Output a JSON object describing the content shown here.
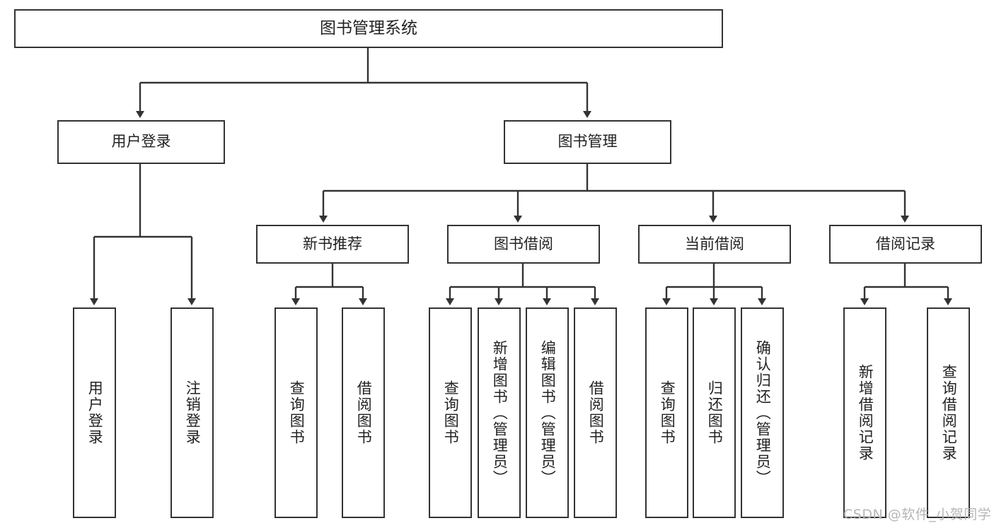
{
  "diagram": {
    "title": "图书管理系统",
    "watermark": "CSDN @软件_小贺同学",
    "accent_color": "#333333",
    "background_color": "#ffffff",
    "nodes": {
      "root": "图书管理系统",
      "user_login": "用户登录",
      "book_manage": "图书管理",
      "new_book_rec": "新书推荐",
      "book_borrow": "图书借阅",
      "current_borrow": "当前借阅",
      "borrow_record": "借阅记录",
      "leaf_user_login": "用户登录",
      "leaf_logout": "注销登录",
      "leaf_query_book_1": "查询图书",
      "leaf_borrow_book_1": "借阅图书",
      "leaf_query_book_2": "查询图书",
      "leaf_add_book": "新增图书（管理员）",
      "leaf_edit_book": "编辑图书（管理员）",
      "leaf_borrow_book_2": "借阅图书",
      "leaf_query_book_3": "查询图书",
      "leaf_return_book": "归还图书",
      "leaf_confirm_return": "确认归还（管理员）",
      "leaf_add_record": "新增借阅记录",
      "leaf_query_record": "查询借阅记录"
    },
    "hierarchy": {
      "图书管理系统": [
        "用户登录",
        "图书管理"
      ],
      "用户登录": [
        "用户登录",
        "注销登录"
      ],
      "图书管理": [
        "新书推荐",
        "图书借阅",
        "当前借阅",
        "借阅记录"
      ],
      "新书推荐": [
        "查询图书",
        "借阅图书"
      ],
      "图书借阅": [
        "查询图书",
        "新增图书（管理员）",
        "编辑图书（管理员）",
        "借阅图书"
      ],
      "当前借阅": [
        "查询图书",
        "归还图书",
        "确认归还（管理员）"
      ],
      "借阅记录": [
        "新增借阅记录",
        "查询借阅记录"
      ]
    }
  }
}
